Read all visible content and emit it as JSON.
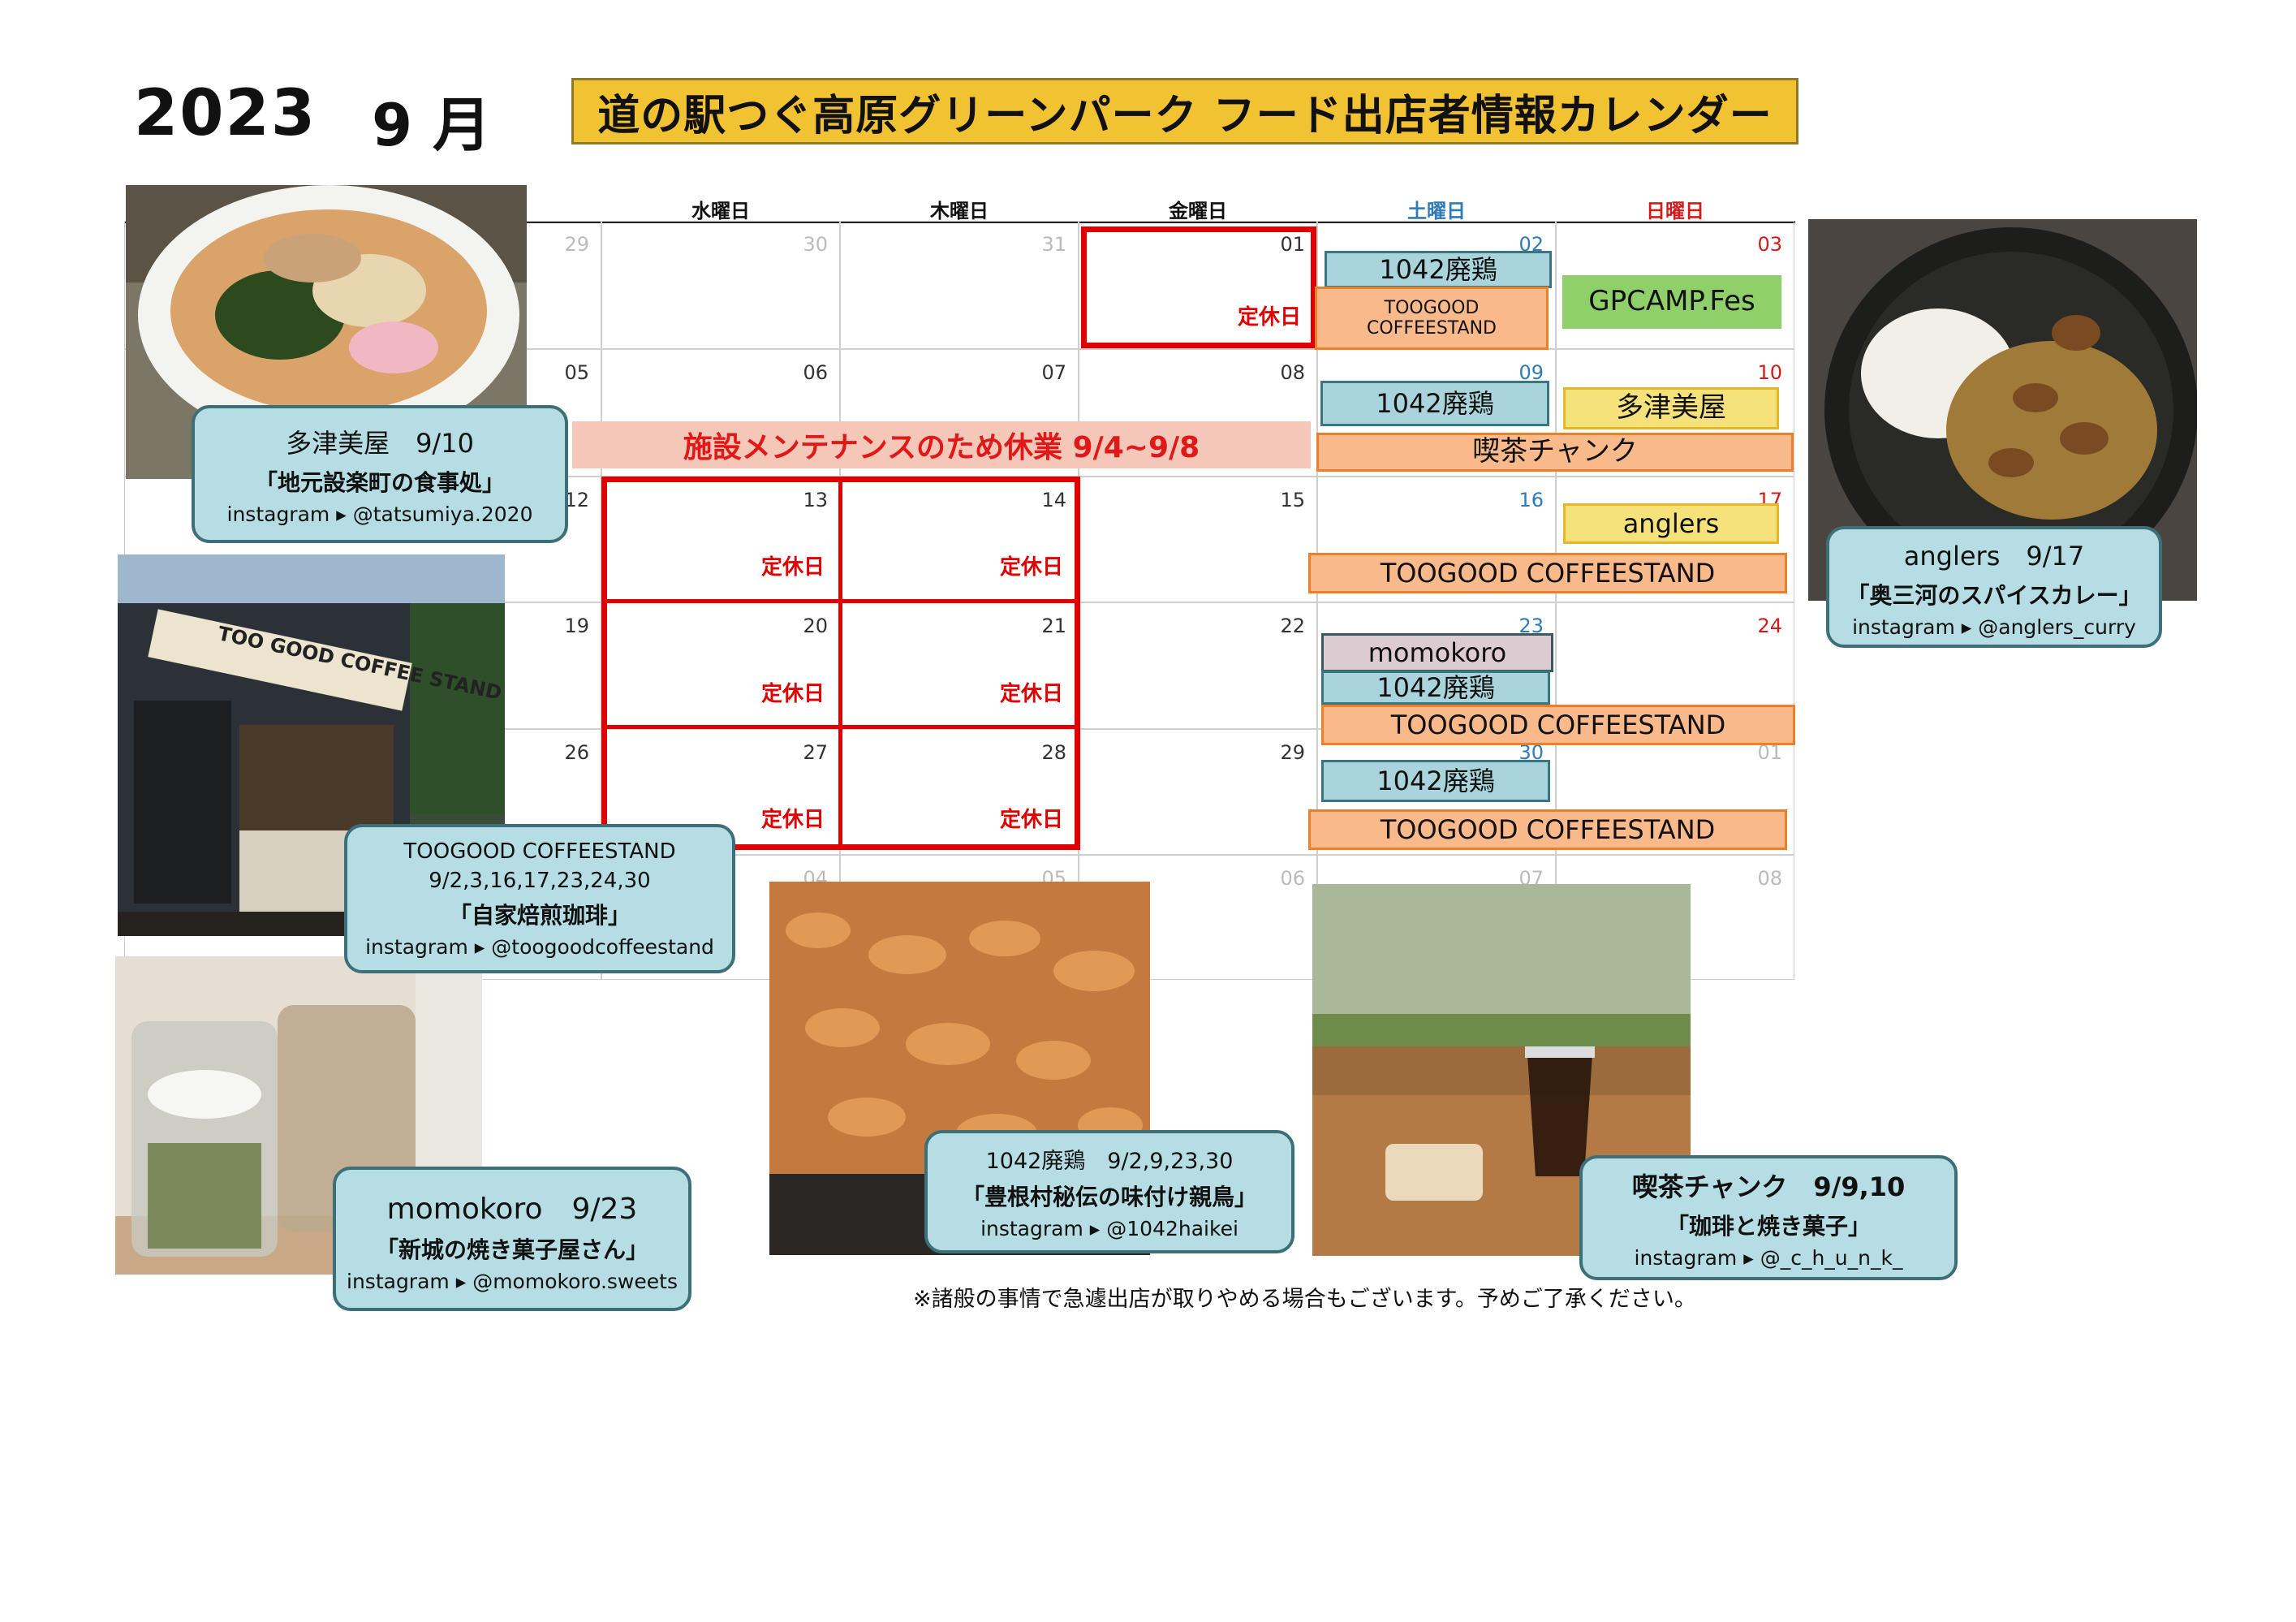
{
  "header": {
    "year": "2023",
    "month": "9 月",
    "title": "道の駅つぐ高原グリーンパーク フード出店者情報カレンダー"
  },
  "weekdays": [
    "水曜日",
    "木曜日",
    "金曜日",
    "土曜日",
    "日曜日"
  ],
  "weekday_colors": {
    "sat": "#2f7ab8",
    "sun": "#d11c1c"
  },
  "days": [
    [
      "29",
      "30",
      "31",
      "01",
      "02",
      "03"
    ],
    [
      "05",
      "06",
      "07",
      "08",
      "09",
      "10"
    ],
    [
      "12",
      "13",
      "14",
      "15",
      "16",
      "17"
    ],
    [
      "19",
      "20",
      "21",
      "22",
      "23",
      "24"
    ],
    [
      "26",
      "27",
      "28",
      "29",
      "30",
      "01"
    ],
    [
      "",
      "04",
      "05",
      "06",
      "07",
      "08"
    ]
  ],
  "closed_label": "定休日",
  "maintenance": "施設メンテナンスのため休業 9/4~9/8",
  "events": {
    "e1042_1": "1042廃鶏",
    "toogood_1": "TOOGOOD COFFEESTAND",
    "gpcamp": "GPCAMP.Fes",
    "e1042_2": "1042廃鶏",
    "tatsu_10": "多津美屋",
    "chunk": "喫茶チャンク",
    "anglers_17": "anglers",
    "toogood_16": "TOOGOOD COFFEESTAND",
    "momokoro_23": "momokoro",
    "e1042_23": "1042廃鶏",
    "toogood_23": "TOOGOOD COFFEESTAND",
    "e1042_30": "1042廃鶏",
    "toogood_30": "TOOGOOD COFFEESTAND"
  },
  "cards": {
    "tatsumiya": {
      "name": "多津美屋　9/10",
      "desc": "「地元設楽町の食事処」",
      "insta": "instagram ▸ @tatsumiya.2020"
    },
    "anglers": {
      "name": "anglers　9/17",
      "desc": "「奥三河のスパイスカレー」",
      "insta": "instagram ▸ @anglers_curry"
    },
    "toogood": {
      "name": "TOOGOOD COFFEESTAND",
      "dates": "9/2,3,16,17,23,24,30",
      "desc": "「自家焙煎珈琲」",
      "insta": "instagram ▸ @toogoodcoffeestand"
    },
    "momokoro": {
      "name": "momokoro　9/23",
      "desc": "「新城の焼き菓子屋さん」",
      "insta": "instagram ▸ @momokoro.sweets"
    },
    "haikei": {
      "name": "1042廃鶏　9/2,9,23,30",
      "desc": "「豊根村秘伝の味付け親鳥」",
      "insta": "instagram ▸ @1042haikei"
    },
    "chunk": {
      "name": "喫茶チャンク　9/9,10",
      "desc": "「珈琲と焼き菓子」",
      "insta": "instagram ▸ @_c_h_u_n_k_"
    }
  },
  "shop_sign": "TOO GOOD COFFEE STAND",
  "note": "※諸般の事情で急遽出店が取りやめる場合もございます。予めご了承ください。"
}
